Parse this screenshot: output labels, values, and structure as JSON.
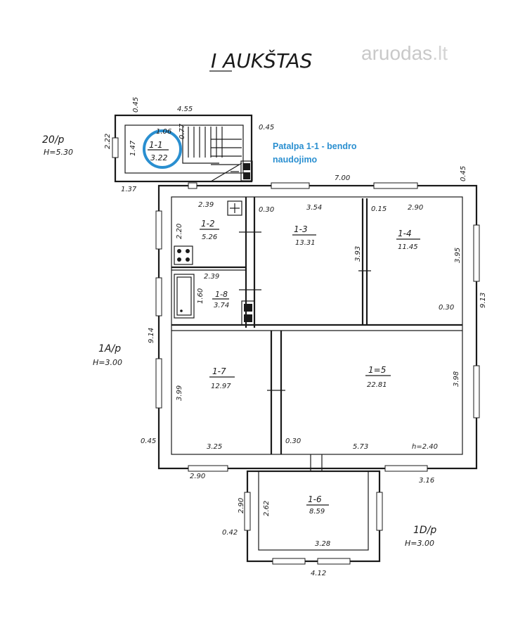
{
  "title": "I AUKŠTAS",
  "watermark": {
    "text": "aruodas",
    "tld": ".lt"
  },
  "note": "Patalpa 1-1  - bendro naudojimo",
  "highlight_color": "#2a8fd0",
  "rooms": [
    {
      "id": "1-1",
      "area": "3.22"
    },
    {
      "id": "1-2",
      "area": "5.26"
    },
    {
      "id": "1-3",
      "area": "13.31"
    },
    {
      "id": "1-4",
      "area": "11.45"
    },
    {
      "id": "1-8",
      "area": "3.74"
    },
    {
      "id": "1-7",
      "area": "12.97"
    },
    {
      "id": "1=5",
      "area": "22.81"
    },
    {
      "id": "1-6",
      "area": "8.59"
    }
  ],
  "dimensions": {
    "d045_top": "0.45",
    "d455": "4.55",
    "d222": "2.22",
    "d147": "1.47",
    "d106": "1.06",
    "d077": "0.77",
    "d045_stair": "0.45",
    "d137": "1.37",
    "d239_top": "2.39",
    "d030_a": "0.30",
    "d354": "3.54",
    "d015": "0.15",
    "d290_top": "2.90",
    "d700": "7.00",
    "d045_right": "0.45",
    "d220": "2.20",
    "d393": "3.93",
    "d395": "3.95",
    "d913": "9.13",
    "d239_mid": "2.39",
    "d160": "1.60",
    "d030_b": "0.30",
    "d914": "9.14",
    "d399": "3.99",
    "d398": "3.98",
    "d045_left": "0.45",
    "d325": "3.25",
    "d030_c": "0.30",
    "d573": "5.73",
    "h240": "h=2.40",
    "d290_bot": "2.90",
    "d316": "3.16",
    "d290_porch": "2.90",
    "d262": "2.62",
    "d042": "0.42",
    "d328": "3.28",
    "d412": "4.12"
  },
  "labels": {
    "l20_frac": "20/p",
    "l20_h": "H=5.30",
    "l1a_frac": "1A/p",
    "l1a_h": "H=3.00",
    "l1d_frac": "1D/p",
    "l1d_h": "H=3.00"
  }
}
